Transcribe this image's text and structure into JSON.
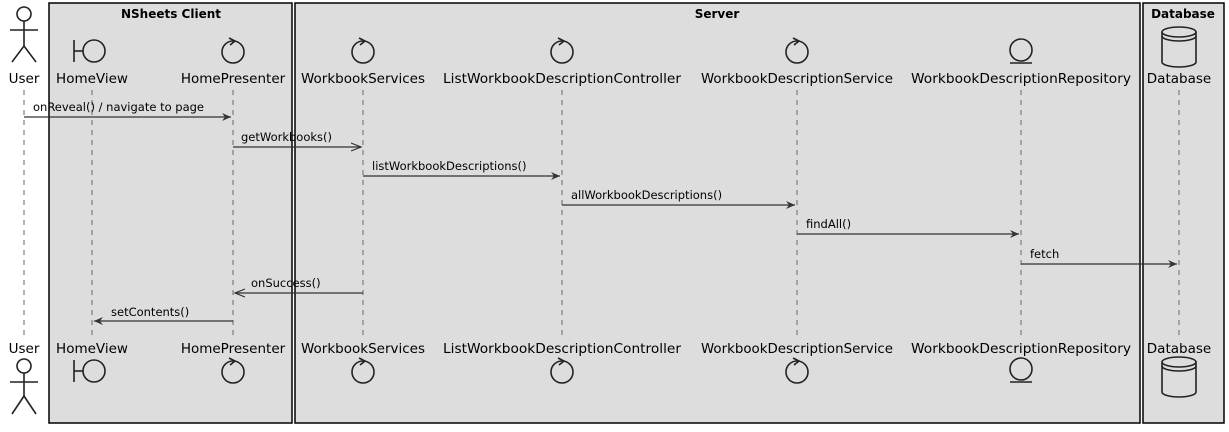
{
  "boxes": [
    {
      "id": "client",
      "title": "NSheets Client"
    },
    {
      "id": "server",
      "title": "Server"
    },
    {
      "id": "database",
      "title": "Database"
    }
  ],
  "participants": [
    {
      "id": "user",
      "label": "User",
      "kind": "actor"
    },
    {
      "id": "homeview",
      "label": "HomeView",
      "kind": "boundary"
    },
    {
      "id": "homepresenter",
      "label": "HomePresenter",
      "kind": "control"
    },
    {
      "id": "workbookservices",
      "label": "WorkbookServices",
      "kind": "control"
    },
    {
      "id": "listctrl",
      "label": "ListWorkbookDescriptionController",
      "kind": "control"
    },
    {
      "id": "descservice",
      "label": "WorkbookDescriptionService",
      "kind": "control"
    },
    {
      "id": "descrepo",
      "label": "WorkbookDescriptionRepository",
      "kind": "entity"
    },
    {
      "id": "db",
      "label": "Database",
      "kind": "database"
    }
  ],
  "messages": [
    {
      "from": "user",
      "to": "homepresenter",
      "label": "onReveal() / navigate to page",
      "style": "sync"
    },
    {
      "from": "homepresenter",
      "to": "workbookservices",
      "label": "getWorkbooks()",
      "style": "async"
    },
    {
      "from": "workbookservices",
      "to": "listctrl",
      "label": "listWorkbookDescriptions()",
      "style": "sync"
    },
    {
      "from": "listctrl",
      "to": "descservice",
      "label": "allWorkbookDescriptions()",
      "style": "sync"
    },
    {
      "from": "descservice",
      "to": "descrepo",
      "label": "findAll()",
      "style": "sync"
    },
    {
      "from": "descrepo",
      "to": "db",
      "label": "fetch",
      "style": "sync"
    },
    {
      "from": "workbookservices",
      "to": "homepresenter",
      "label": "onSuccess()",
      "style": "async"
    },
    {
      "from": "homepresenter",
      "to": "homeview",
      "label": "setContents()",
      "style": "sync"
    }
  ]
}
